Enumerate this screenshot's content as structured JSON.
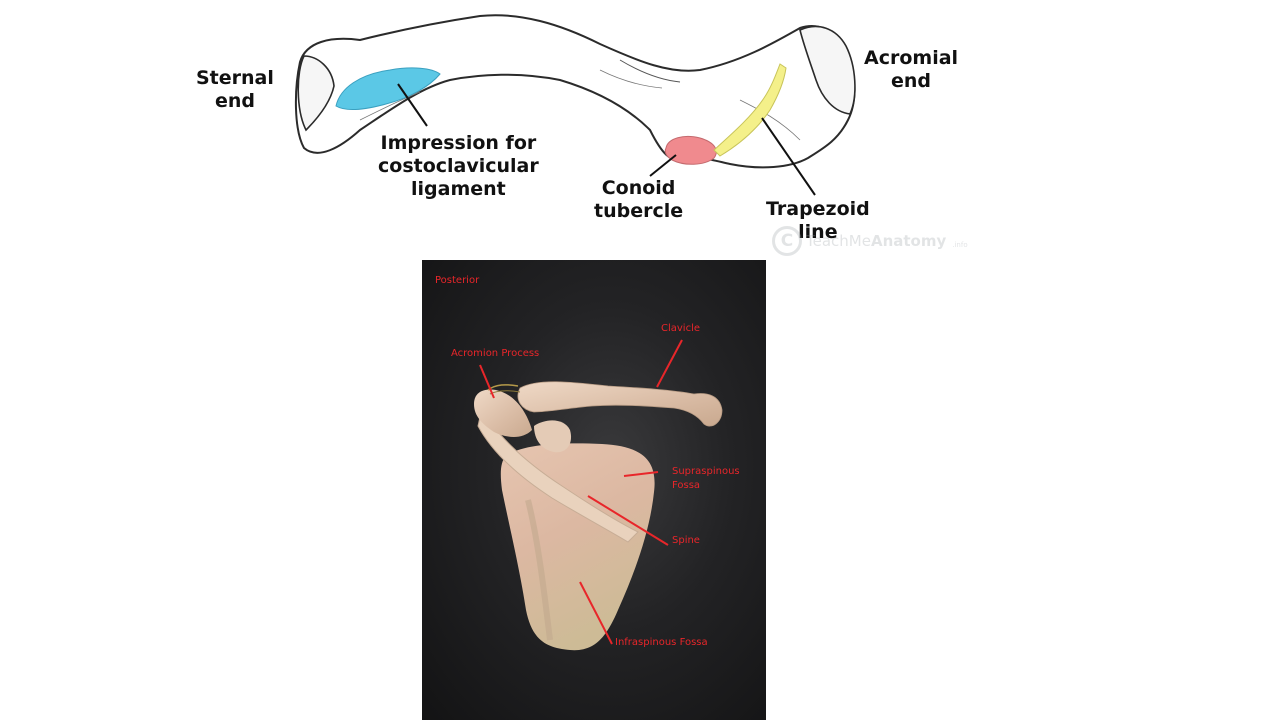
{
  "top_diagram": {
    "labels": {
      "sternal_end": [
        "Sternal",
        "end"
      ],
      "acromial_end": [
        "Acromial",
        "end"
      ],
      "impression": [
        "Impression for",
        "costoclavicular",
        "ligament"
      ],
      "conoid": [
        "Conoid",
        "tubercle"
      ],
      "trapezoid": [
        "Trapezoid",
        "line"
      ]
    },
    "watermark": {
      "mark": "C",
      "text_light": "TeachMe",
      "text_bold": "Anatomy",
      "suffix": ".info"
    },
    "colors": {
      "impression": "#5bc8e6",
      "conoid": "#f08a8e",
      "trapezoid": "#f4f08a"
    }
  },
  "photo": {
    "labels": {
      "posterior": "Posterior",
      "clavicle": "Clavicle",
      "acromion": "Acromion Process",
      "supraspinous": [
        "Supraspinous",
        "Fossa"
      ],
      "spine": "Spine",
      "infraspinous": "Infraspinous Fossa"
    },
    "colors": {
      "label": "#e8262a",
      "bone": "#e2c9b4"
    }
  }
}
